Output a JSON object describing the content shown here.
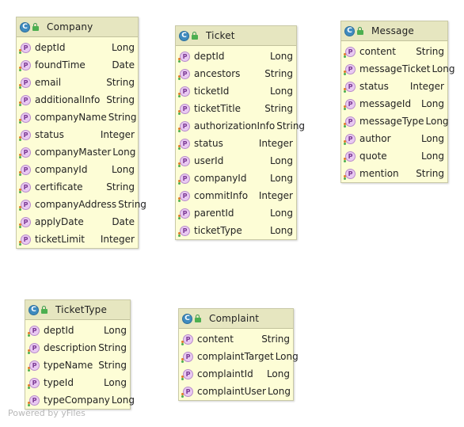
{
  "diagram": {
    "classes": [
      {
        "id": "company",
        "name": "Company",
        "fields": [
          {
            "name": "deptId",
            "type": "Long"
          },
          {
            "name": "foundTime",
            "type": "Date"
          },
          {
            "name": "email",
            "type": "String"
          },
          {
            "name": "additionalInfo",
            "type": "String"
          },
          {
            "name": "companyName",
            "type": "String"
          },
          {
            "name": "status",
            "type": "Integer"
          },
          {
            "name": "companyMaster",
            "type": "Long"
          },
          {
            "name": "companyId",
            "type": "Long"
          },
          {
            "name": "certificate",
            "type": "String"
          },
          {
            "name": "companyAddress",
            "type": "String"
          },
          {
            "name": "applyDate",
            "type": "Date"
          },
          {
            "name": "ticketLimit",
            "type": "Integer"
          }
        ]
      },
      {
        "id": "ticket",
        "name": "Ticket",
        "fields": [
          {
            "name": "deptId",
            "type": "Long"
          },
          {
            "name": "ancestors",
            "type": "String"
          },
          {
            "name": "ticketId",
            "type": "Long"
          },
          {
            "name": "ticketTitle",
            "type": "String"
          },
          {
            "name": "authorizationInfo",
            "type": "String"
          },
          {
            "name": "status",
            "type": "Integer"
          },
          {
            "name": "userId",
            "type": "Long"
          },
          {
            "name": "companyId",
            "type": "Long"
          },
          {
            "name": "commitInfo",
            "type": "Integer"
          },
          {
            "name": "parentId",
            "type": "Long"
          },
          {
            "name": "ticketType",
            "type": "Long"
          }
        ]
      },
      {
        "id": "message",
        "name": "Message",
        "fields": [
          {
            "name": "content",
            "type": "String"
          },
          {
            "name": "messageTicket",
            "type": "Long"
          },
          {
            "name": "status",
            "type": "Integer"
          },
          {
            "name": "messageId",
            "type": "Long"
          },
          {
            "name": "messageType",
            "type": "Long"
          },
          {
            "name": "author",
            "type": "Long"
          },
          {
            "name": "quote",
            "type": "Long"
          },
          {
            "name": "mention",
            "type": "String"
          }
        ]
      },
      {
        "id": "tickettype",
        "name": "TicketType",
        "fields": [
          {
            "name": "deptId",
            "type": "Long"
          },
          {
            "name": "description",
            "type": "String"
          },
          {
            "name": "typeName",
            "type": "String"
          },
          {
            "name": "typeId",
            "type": "Long"
          },
          {
            "name": "typeCompany",
            "type": "Long"
          }
        ]
      },
      {
        "id": "complaint",
        "name": "Complaint",
        "fields": [
          {
            "name": "content",
            "type": "String"
          },
          {
            "name": "complaintTarget",
            "type": "Long"
          },
          {
            "name": "complaintId",
            "type": "Long"
          },
          {
            "name": "complaintUser",
            "type": "Long"
          }
        ]
      }
    ],
    "icons": {
      "class": "class-icon",
      "visibility": "lock-icon",
      "field": "property-icon"
    },
    "icon_glyphs": {
      "class": "C",
      "field": "P"
    },
    "colors": {
      "box_fill": "#fdfdd6",
      "header_fill": "#e6e6c0",
      "class_icon": "#3f8bbf",
      "property_icon": "#e9c9f2"
    }
  },
  "watermark": "Powered by yFiles"
}
